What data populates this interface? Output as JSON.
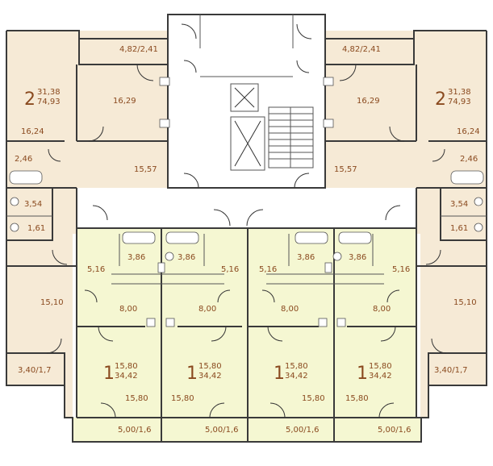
{
  "colors": {
    "two_room": "#f6ead6",
    "one_room": "#f5f7d2",
    "common": "#ffffff",
    "wall": "#3a3a3a",
    "label": "#8a4a1f"
  },
  "left_apartment": {
    "rooms": "2",
    "living": "31,38",
    "total": "74,93",
    "balcony_top": "4,82/2,41",
    "bedroom": "16,29",
    "living_room": "16,24",
    "hall": "2,46",
    "corridor": "15,57",
    "bath": "3,54",
    "wc": "1,61",
    "room_lower": "15,10",
    "balcony_bottom": "3,40/1,7"
  },
  "right_apartment": {
    "rooms": "2",
    "living": "31,38",
    "total": "74,93",
    "balcony_top": "4,82/2,41",
    "bedroom": "16,29",
    "living_room": "16,24",
    "hall": "2,46",
    "corridor": "15,57",
    "bath": "3,54",
    "wc": "1,61",
    "room_lower": "15,10",
    "balcony_bottom": "3,40/1,7"
  },
  "studios": [
    {
      "rooms": "1",
      "living": "15,80",
      "total": "34,42",
      "bath": "3,86",
      "hall": "5,16",
      "kitchen": "8,00",
      "room": "15,80",
      "balcony": "5,00/1,6"
    },
    {
      "rooms": "1",
      "living": "15,80",
      "total": "34,42",
      "bath": "3,86",
      "hall": "5,16",
      "kitchen": "8,00",
      "room": "15,80",
      "balcony": "5,00/1,6"
    },
    {
      "rooms": "1",
      "living": "15,80",
      "total": "34,42",
      "bath": "3,86",
      "hall": "5,16",
      "kitchen": "8,00",
      "room": "15,80",
      "balcony": "5,00/1,6"
    },
    {
      "rooms": "1",
      "living": "15,80",
      "total": "34,42",
      "bath": "3,86",
      "hall": "5,16",
      "kitchen": "8,00",
      "room": "15,80",
      "balcony": "5,00/1,6"
    }
  ]
}
